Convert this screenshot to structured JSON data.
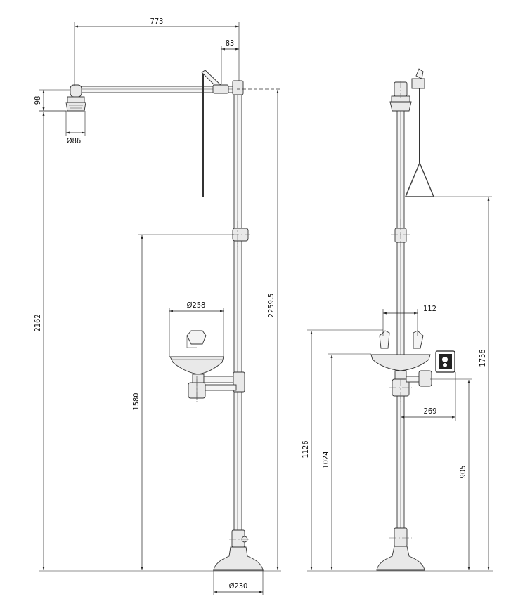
{
  "dimensions": {
    "arm_length": "773",
    "pull_offset": "83",
    "head_height": "98",
    "head_diameter": "Ø86",
    "overall_height": "2162",
    "total_height": "2259.5",
    "bowl_diameter": "Ø258",
    "eyewash_height": "1580",
    "base_diameter": "Ø230",
    "nozzle_spacing": "112",
    "handle_height": "1756",
    "sign_offset": "269",
    "side_bowl_height": "1126",
    "bowl_rim_height": "1024",
    "valve_height": "905"
  }
}
